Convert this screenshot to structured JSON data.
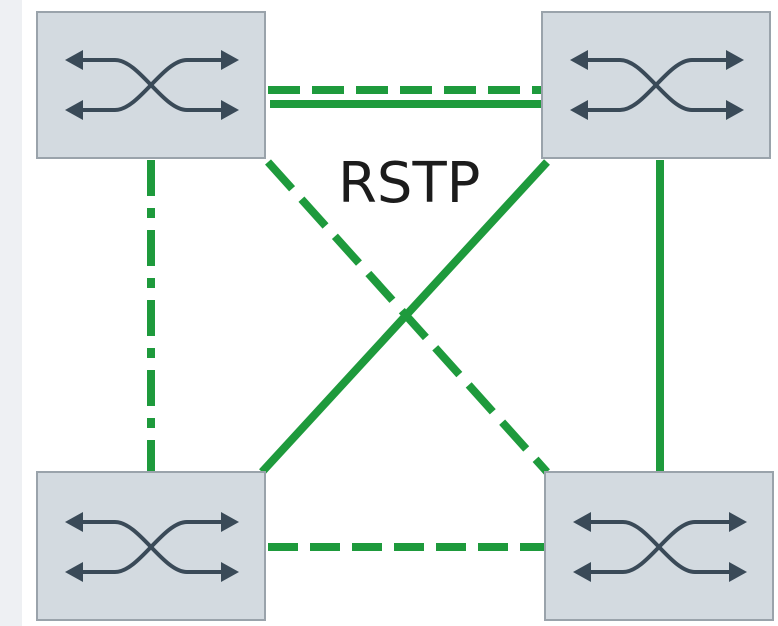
{
  "diagram": {
    "protocol_label": "RSTP",
    "colors": {
      "link": "#1e9a3c",
      "switch_fill": "#d3dae0",
      "switch_border": "#9aa3ab",
      "icon": "#3a4a58",
      "background": "#ffffff",
      "left_strip": "#eef0f3"
    },
    "switches": [
      {
        "id": "top-left",
        "icon": "switch-crossover-icon"
      },
      {
        "id": "top-right",
        "icon": "switch-crossover-icon"
      },
      {
        "id": "bottom-left",
        "icon": "switch-crossover-icon"
      },
      {
        "id": "bottom-right",
        "icon": "switch-crossover-icon"
      }
    ],
    "links": [
      {
        "from": "top-left",
        "to": "top-right",
        "style": "dashed",
        "state": "blocked"
      },
      {
        "from": "top-left",
        "to": "top-right",
        "style": "solid",
        "state": "active"
      },
      {
        "from": "top-left",
        "to": "bottom-left",
        "style": "dash-dot",
        "state": "blocked"
      },
      {
        "from": "top-left",
        "to": "bottom-right",
        "style": "dashed",
        "state": "blocked"
      },
      {
        "from": "top-right",
        "to": "bottom-left",
        "style": "solid",
        "state": "active"
      },
      {
        "from": "top-right",
        "to": "bottom-right",
        "style": "solid",
        "state": "active"
      },
      {
        "from": "bottom-left",
        "to": "bottom-right",
        "style": "dashed",
        "state": "blocked"
      }
    ]
  }
}
